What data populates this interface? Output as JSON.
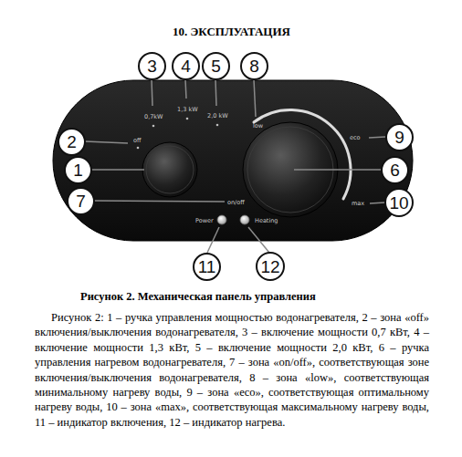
{
  "diagram": {
    "title": "10. ЭКСПЛУАТАЦИЯ",
    "caption": "Рисунок 2. Механическая панель управления",
    "nodes": [
      {
        "text": [
          "3"
        ]
      },
      {
        "text": [
          "4"
        ]
      },
      {
        "text": [
          "5"
        ]
      },
      {
        "text": [
          "8"
        ]
      },
      {
        "text": [
          "2"
        ]
      },
      {
        "text": [
          "9"
        ]
      },
      {
        "text": [
          "1"
        ]
      },
      {
        "text": [
          "6"
        ]
      },
      {
        "text": [
          "7"
        ]
      },
      {
        "text": [
          "10"
        ]
      },
      {
        "text": [
          "11"
        ]
      },
      {
        "text": [
          "12"
        ]
      }
    ],
    "labels": [
      "off",
      "0,7kW",
      "1,3 kW",
      "2,0 kW",
      "low",
      "eco",
      "on/off",
      "max",
      "Power",
      "Heating",
      "Рисунок 2: 1 – ручка управления мощностью водонагревателя, 2 – зона «off» включения/выключения водонагревателя, 3 – включение мощности 0,7 кВт, 4 – включение мощности 1,3 кВт, 5 – включение мощности 2,0 кВт, 6 – ручка управления нагревом водонагревателя, 7 – зона «on/off», соответствующая зоне включения/выключения водонагревателя, 8 – зона «low», соответствующая минимальному нагреву воды, 9 – зона «eco», соответствующая оптимальному нагреву воды, 10 – зона «max», соответствующая максимальному нагреву воды, 11 – индикатор включения, 12 – индикатор нагрева."
    ]
  }
}
